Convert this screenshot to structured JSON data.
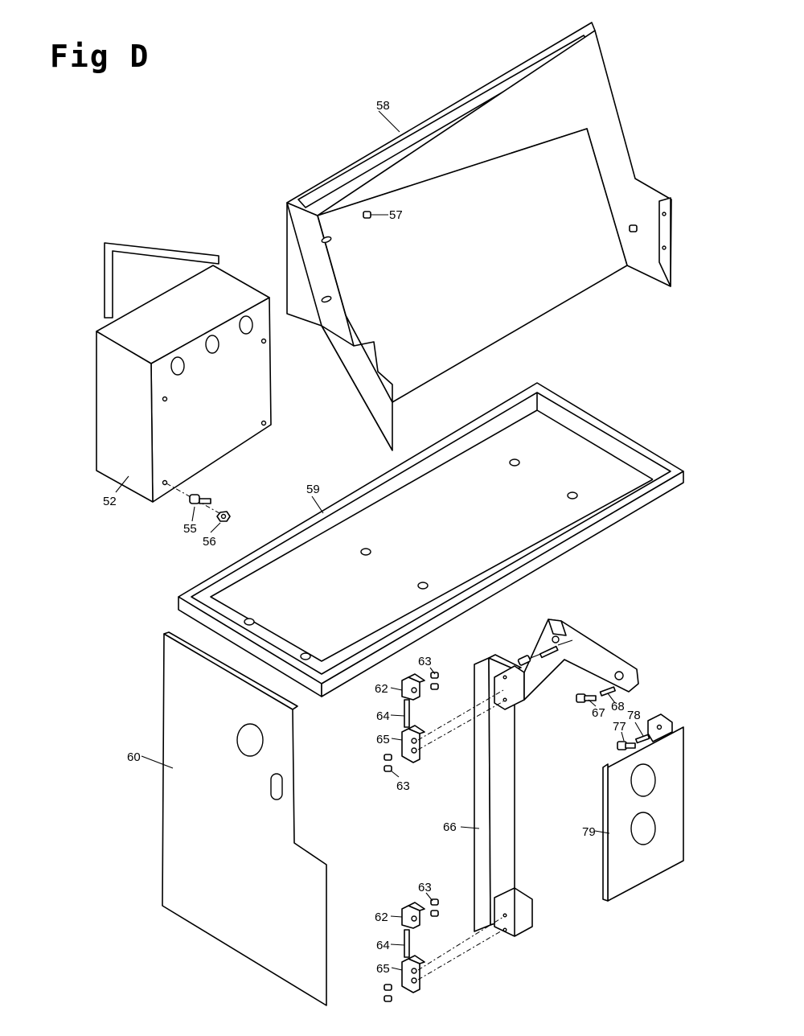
{
  "figure": {
    "title": "Fig D"
  },
  "labels": {
    "52": "52",
    "55": "55",
    "56": "56",
    "57": "57",
    "58": "58",
    "59": "59",
    "60": "60",
    "62_top": "62",
    "63_top_upper": "63",
    "64_top": "64",
    "65_top": "65",
    "63_top_lower": "63",
    "66": "66",
    "67": "67",
    "68": "68",
    "77": "77",
    "78": "78",
    "79": "79",
    "63_bottom": "63",
    "62_bottom": "62",
    "64_bottom": "64",
    "65_bottom": "65"
  }
}
